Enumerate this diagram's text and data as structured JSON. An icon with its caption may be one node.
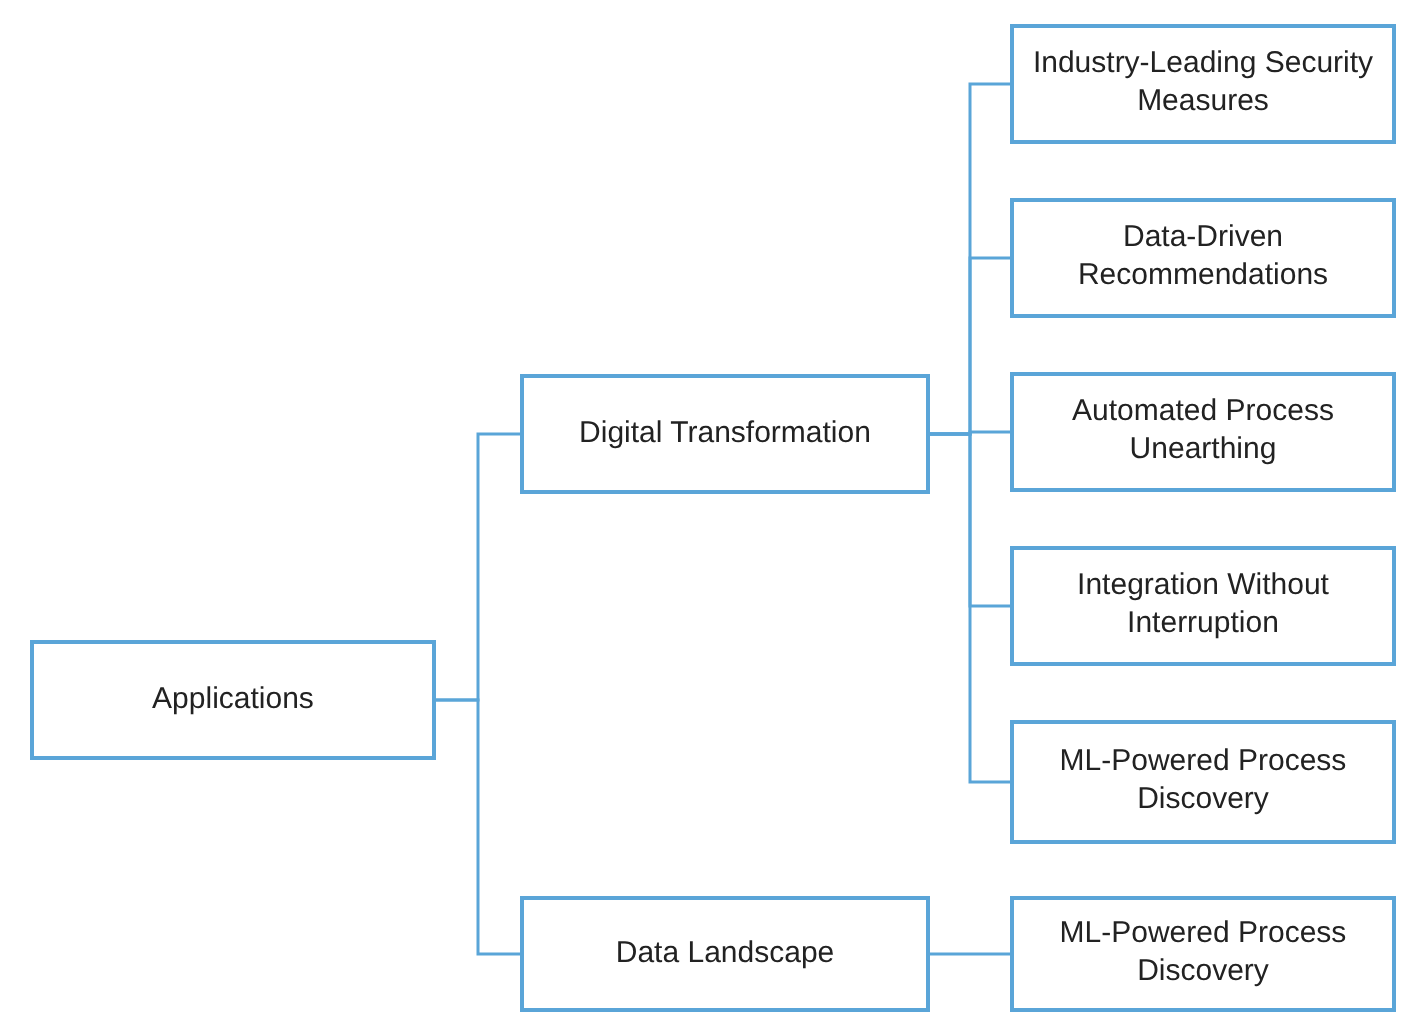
{
  "diagram": {
    "nodes": [
      {
        "text": [
          "Applications"
        ]
      },
      {
        "text": [
          "Digital Transformation"
        ]
      },
      {
        "text": [
          "Industry-Leading Security Measures"
        ]
      },
      {
        "text": [
          "Data-Driven Recommendations"
        ]
      },
      {
        "text": [
          "Automated Process Unearthing"
        ]
      },
      {
        "text": [
          "Integration Without Interruption"
        ]
      },
      {
        "text": [
          "ML-Powered Process Discovery"
        ]
      },
      {
        "text": [
          "Data Landscape"
        ]
      },
      {
        "text": [
          "ML-Powered Process Discovery"
        ]
      }
    ],
    "edges": [
      {
        "from": 0,
        "to": 1,
        "arrow": "none"
      },
      {
        "from": 0,
        "to": 7,
        "arrow": "none"
      },
      {
        "from": 1,
        "to": 2,
        "arrow": "none"
      },
      {
        "from": 1,
        "to": 3,
        "arrow": "none"
      },
      {
        "from": 1,
        "to": 4,
        "arrow": "none"
      },
      {
        "from": 1,
        "to": 5,
        "arrow": "none"
      },
      {
        "from": 1,
        "to": 6,
        "arrow": "none"
      },
      {
        "from": 7,
        "to": 8,
        "arrow": "none"
      }
    ]
  }
}
